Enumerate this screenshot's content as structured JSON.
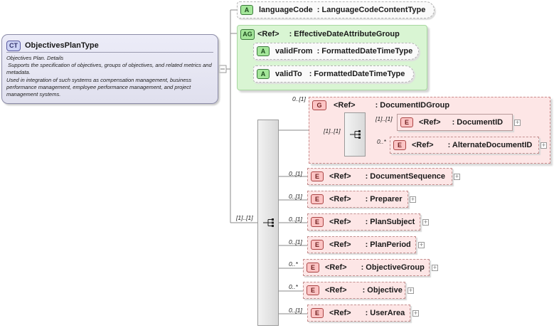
{
  "complex_type": {
    "badge": "CT",
    "name": "ObjectivesPlanType",
    "doc": [
      "Objectives Plan. Details",
      " Supports the specification of objectives, groups of objectives, and related metrics and metadata.",
      "Used in integration of such systems as compensation management, business performance management, employee performance management, and project management systems."
    ]
  },
  "attribute": {
    "badge": "A",
    "name": "languageCode",
    "type": ": LanguageCodeContentType"
  },
  "attribute_group": {
    "badge": "AG",
    "ref": "<Ref>",
    "name": ": EffectiveDateAttributeGroup",
    "items": [
      {
        "badge": "A",
        "name": "validFrom",
        "type": ": FormattedDateTimeType"
      },
      {
        "badge": "A",
        "name": "validTo",
        "type": ": FormattedDateTimeType"
      }
    ]
  },
  "outer_sequence_cardinality": "[1]..[1]",
  "group": {
    "badge": "G",
    "ref": "<Ref>",
    "name": ": DocumentIDGroup",
    "cardinality": "0..[1]",
    "inner_sequence_cardinality": "[1]..[1]",
    "elements": [
      {
        "badge": "E",
        "ref": "<Ref>",
        "name": ": DocumentID",
        "cardinality": "[1]..[1]"
      },
      {
        "badge": "E",
        "ref": "<Ref>",
        "name": ": AlternateDocumentID",
        "cardinality": "0..*"
      }
    ]
  },
  "elements": [
    {
      "badge": "E",
      "ref": "<Ref>",
      "name": ": DocumentSequence",
      "cardinality": "0..[1]"
    },
    {
      "badge": "E",
      "ref": "<Ref>",
      "name": ": Preparer",
      "cardinality": "0..[1]"
    },
    {
      "badge": "E",
      "ref": "<Ref>",
      "name": ": PlanSubject",
      "cardinality": "0..[1]"
    },
    {
      "badge": "E",
      "ref": "<Ref>",
      "name": ": PlanPeriod",
      "cardinality": "0..[1]"
    },
    {
      "badge": "E",
      "ref": "<Ref>",
      "name": ": ObjectiveGroup",
      "cardinality": "0..*"
    },
    {
      "badge": "E",
      "ref": "<Ref>",
      "name": ": Objective",
      "cardinality": "0..*"
    },
    {
      "badge": "E",
      "ref": "<Ref>",
      "name": ": UserArea",
      "cardinality": "0..[1]"
    }
  ],
  "colors": {
    "complex_type_fill": "#e4e4f2",
    "attribute_badge": "#a4e69a",
    "attribute_group_fill": "#d9f5d3",
    "element_fill": "#fde6e6",
    "element_badge": "#fcc4c4"
  },
  "icons": [
    "sequence-compositor-icon",
    "expand-plus-icon",
    "connector-minus-icon"
  ]
}
